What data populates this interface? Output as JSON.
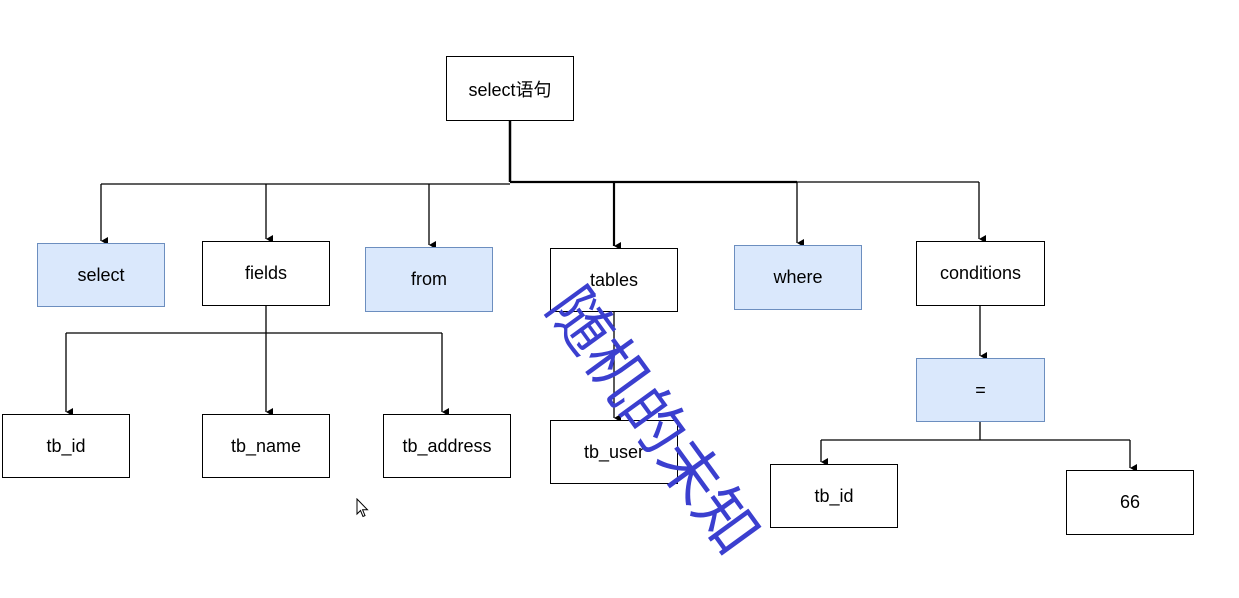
{
  "diagram": {
    "colors": {
      "highlight_fill": "#dae8fc",
      "highlight_border": "#6c8ebf",
      "watermark": "#3b3fcf"
    },
    "nodes": {
      "root": "select语句",
      "select": "select",
      "fields": "fields",
      "from": "from",
      "tables": "tables",
      "where": "where",
      "conditions": "conditions",
      "tb_id_field": "tb_id",
      "tb_name": "tb_name",
      "tb_address": "tb_address",
      "tb_user": "tb_user",
      "equals": "=",
      "tb_id_cond": "tb_id",
      "value_66": "66"
    }
  },
  "watermark": {
    "text": "随机的未知"
  },
  "cursor": {
    "icon": "mouse-pointer-icon"
  }
}
